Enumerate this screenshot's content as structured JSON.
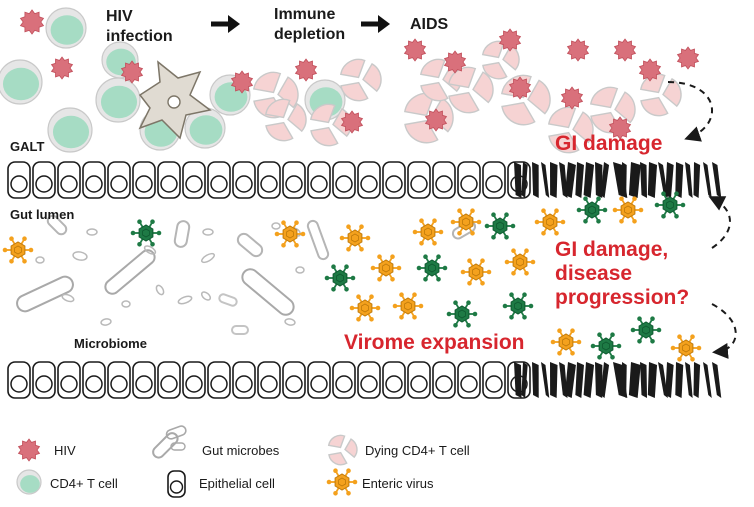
{
  "header": {
    "stage_1": [
      "HIV",
      "infection"
    ],
    "stage_2": [
      "Immune",
      "depletion"
    ],
    "stage_3": "AIDS"
  },
  "regions": {
    "galt": "GALT",
    "gut_lumen": "Gut lumen",
    "microbiome": "Microbiome"
  },
  "annotations": {
    "gi_damage": "GI damage",
    "gi_damage_progression": [
      "GI damage,",
      "disease",
      "progression?"
    ],
    "virome_expansion": "Virome expansion"
  },
  "legend": {
    "hiv": "HIV",
    "cd4_t_cell": "CD4+ T cell",
    "gut_microbes": "Gut microbes",
    "epithelial_cell": "Epithelial cell",
    "dying_cd4_t_cell": "Dying CD4+ T cell",
    "enteric_virus": "Enteric virus"
  },
  "colors": {
    "hiv": "#d9707b",
    "cd4": "#a6dcc4",
    "enteric_virus": "#f4a11d",
    "enteric_virus_dark": "#1e7a45",
    "highlight_text": "#d7262e",
    "outline": "#1a1a1a"
  }
}
